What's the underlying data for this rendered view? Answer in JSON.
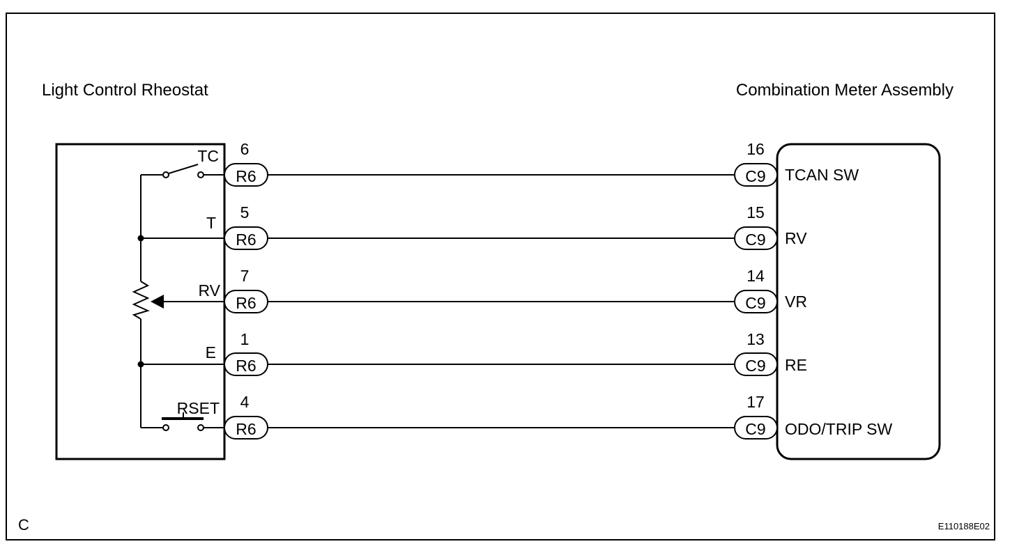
{
  "titles": {
    "left": "Light Control Rheostat",
    "right": "Combination Meter Assembly"
  },
  "footer": {
    "left_code": "C",
    "right_code": "E110188E02"
  },
  "connectors": {
    "left_name": "R6",
    "right_name": "C9"
  },
  "wires": [
    {
      "left_pin": "6",
      "left_label": "TC",
      "right_pin": "16",
      "right_label": "TCAN SW"
    },
    {
      "left_pin": "5",
      "left_label": "T",
      "right_pin": "15",
      "right_label": "RV"
    },
    {
      "left_pin": "7",
      "left_label": "RV",
      "right_pin": "14",
      "right_label": "VR"
    },
    {
      "left_pin": "1",
      "left_label": "E",
      "right_pin": "13",
      "right_label": "RE"
    },
    {
      "left_pin": "4",
      "left_label": "RSET",
      "right_pin": "17",
      "right_label": "ODO/TRIP SW"
    }
  ]
}
